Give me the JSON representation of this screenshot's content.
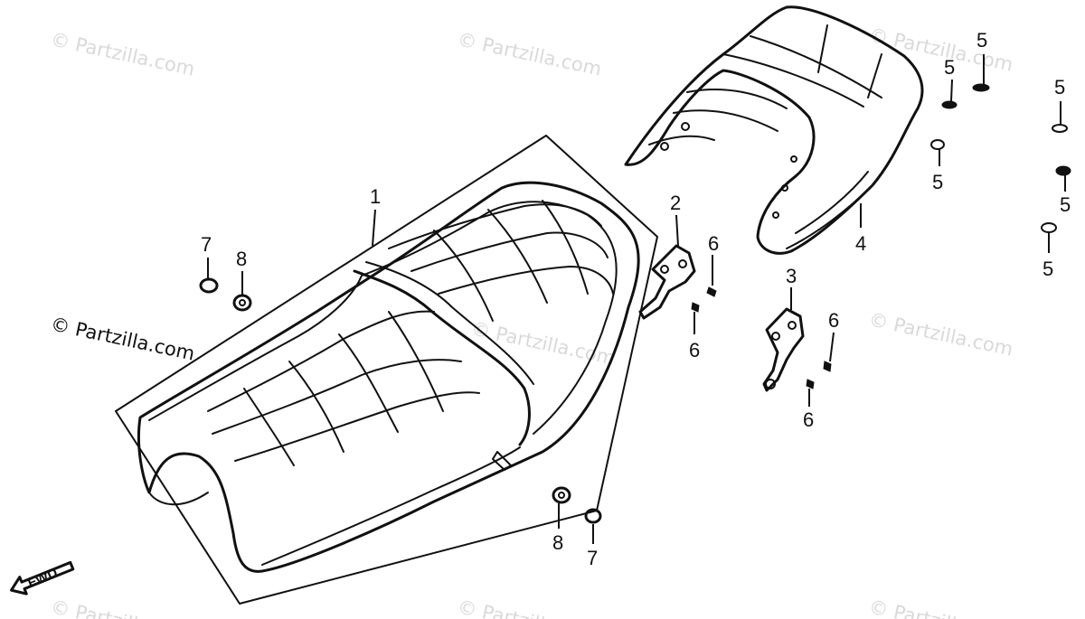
{
  "watermark": "© Partzilla.com",
  "fwd_label": "FWD",
  "callouts": {
    "seat": "1",
    "front_hinge_bracket": "2",
    "rear_hinge_bracket": "3",
    "rear_cowl": "4",
    "cowl_screw": "5",
    "bracket_bolt": "6",
    "seat_nut": "7",
    "seat_washer": "8"
  }
}
